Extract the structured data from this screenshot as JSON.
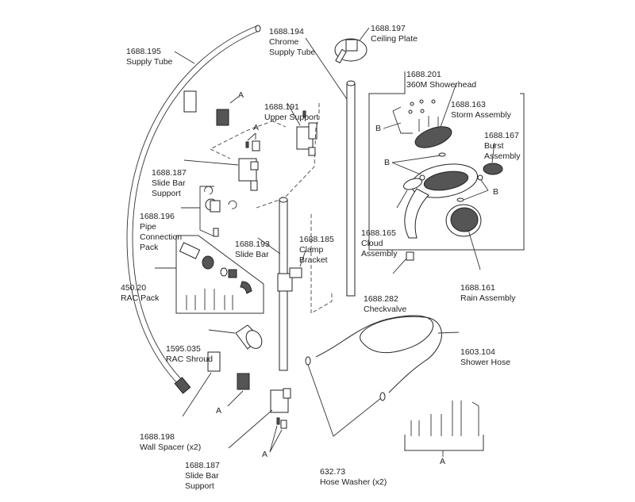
{
  "title": "Shower Kit Exploded Parts Diagram",
  "parts": [
    {
      "id": "1688.195",
      "name": "Supply Tube"
    },
    {
      "id": "1688.194",
      "name": "Chrome Supply Tube"
    },
    {
      "id": "1688.197",
      "name": "Ceiling Plate"
    },
    {
      "id": "1688.201",
      "name": "360M Showerhead"
    },
    {
      "id": "1688.163",
      "name": "Storm Assembly"
    },
    {
      "id": "1688.167",
      "name": "Burst Assembly"
    },
    {
      "id": "1688.191",
      "name": "Upper Support"
    },
    {
      "id": "1688.187",
      "name": "Slide Bar Support"
    },
    {
      "id": "1688.196",
      "name": "Pipe Connection Pack"
    },
    {
      "id": "1688.193",
      "name": "Slide Bar"
    },
    {
      "id": "1688.185",
      "name": "Clamp Bracket"
    },
    {
      "id": "1688.165",
      "name": "Cloud Assembly"
    },
    {
      "id": "1688.161",
      "name": "Rain Assembly"
    },
    {
      "id": "450.20",
      "name": "RAC Pack"
    },
    {
      "id": "1688.282",
      "name": "Checkvalve"
    },
    {
      "id": "1595.035",
      "name": "RAC Shroud"
    },
    {
      "id": "1603.104",
      "name": "Shower Hose"
    },
    {
      "id": "1688.198",
      "name": "Wall Spacer (x2)"
    },
    {
      "id": "1688.187",
      "name": "Slide Bar Support"
    },
    {
      "id": "632.73",
      "name": "Hose Washer (x2)"
    }
  ],
  "labels": {
    "supply_tube": [
      "1688.195",
      "Supply Tube"
    ],
    "chrome_supply_tube": [
      "1688.194",
      "Chrome",
      "Supply Tube"
    ],
    "ceiling_plate": [
      "1688.197",
      "Ceiling Plate"
    ],
    "showerhead": [
      "1688.201",
      "360M Showerhead"
    ],
    "storm": [
      "1688.163",
      "Storm Assembly"
    ],
    "burst": [
      "1688.167",
      "Burst",
      "Assembly"
    ],
    "upper_support": [
      "1688.191",
      "Upper Support"
    ],
    "slide_bar_support_top": [
      "1688.187",
      "Slide Bar",
      "Support"
    ],
    "pipe_pack": [
      "1688.196",
      "Pipe",
      "Connection",
      "Pack"
    ],
    "slide_bar": [
      "1688.193",
      "Slide Bar"
    ],
    "clamp_bracket": [
      "1688.185",
      "Clamp",
      "Bracket"
    ],
    "cloud": [
      "1688.165",
      "Cloud",
      "Assembly"
    ],
    "rain": [
      "1688.161",
      "Rain Assembly"
    ],
    "rac_pack": [
      "450.20",
      "RAC Pack"
    ],
    "checkvalve": [
      "1688.282",
      "Checkvalve"
    ],
    "rac_shroud": [
      "1595.035",
      "RAC Shroud"
    ],
    "shower_hose": [
      "1603.104",
      "Shower Hose"
    ],
    "wall_spacer": [
      "1688.198",
      "Wall Spacer (x2)"
    ],
    "slide_bar_support_bottom": [
      "1688.187",
      "Slide Bar",
      "Support"
    ],
    "hose_washer": [
      "632.73",
      "Hose Washer (x2)"
    ]
  },
  "callouts": {
    "a": "A",
    "b": "B"
  }
}
